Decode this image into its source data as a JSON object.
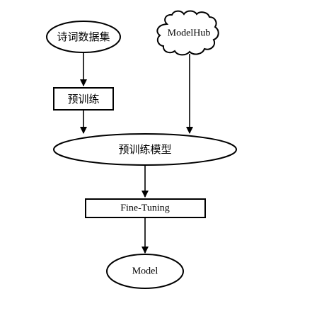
{
  "nodes": {
    "poetry_dataset": {
      "label": "诗词数据集",
      "shape": "ellipse"
    },
    "modelhub": {
      "label": "ModelHub",
      "shape": "cloud"
    },
    "pretrain": {
      "label": "预训练",
      "shape": "rectangle"
    },
    "pretrained_model": {
      "label": "预训练模型",
      "shape": "ellipse"
    },
    "fine_tuning": {
      "label": "Fine-Tuning",
      "shape": "rectangle"
    },
    "model": {
      "label": "Model",
      "shape": "ellipse"
    }
  },
  "edges": [
    {
      "from": "poetry_dataset",
      "to": "pretrain"
    },
    {
      "from": "pretrain",
      "to": "pretrained_model"
    },
    {
      "from": "modelhub",
      "to": "pretrained_model"
    },
    {
      "from": "pretrained_model",
      "to": "fine_tuning"
    },
    {
      "from": "fine_tuning",
      "to": "model"
    }
  ],
  "colors": {
    "stroke": "#000000",
    "fill": "#ffffff",
    "text": "#000000"
  }
}
